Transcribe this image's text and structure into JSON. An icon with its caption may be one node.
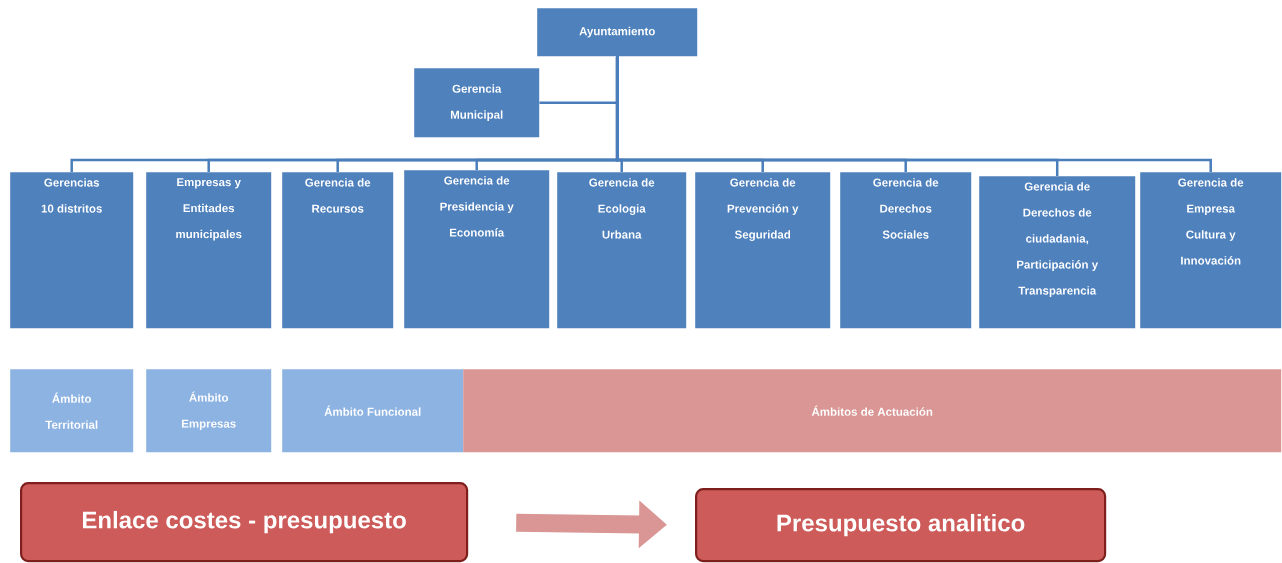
{
  "diagram": {
    "nodes": [
      {
        "text": [
          "Ayuntamiento"
        ]
      },
      {
        "text": [
          "Gerencia Municipal"
        ]
      },
      {
        "text": [
          "Gerencias 10 distritos"
        ]
      },
      {
        "text": [
          "Empresas y Entitades municipales"
        ]
      },
      {
        "text": [
          "Gerencia de Recursos"
        ]
      },
      {
        "text": [
          "Gerencia de Presidencia y Economía"
        ]
      },
      {
        "text": [
          "Gerencia de Ecologia Urbana"
        ]
      },
      {
        "text": [
          "Gerencia de Prevención y Seguridad"
        ]
      },
      {
        "text": [
          "Gerencia de Derechos Sociales"
        ]
      },
      {
        "text": [
          "Gerencia de Derechos de ciudadania, Participación y Transparencia"
        ]
      },
      {
        "text": [
          "Gerencia de Empresa Cultura y Innovación"
        ]
      },
      {
        "text": [
          "Ámbito Territorial"
        ]
      },
      {
        "text": [
          "Ámbito Empresas"
        ]
      },
      {
        "text": [
          "Ámbito Funcional"
        ]
      },
      {
        "text": [
          "Ámbitos de Actuación"
        ]
      },
      {
        "text": [
          "Enlace costes - presupuesto"
        ]
      },
      {
        "text": [
          "Presupuesto analitico"
        ]
      }
    ],
    "edges": [
      {
        "from": 0,
        "to": 1,
        "arrow": "none"
      },
      {
        "from": 0,
        "to": 2,
        "arrow": "none"
      },
      {
        "from": 0,
        "to": 3,
        "arrow": "none"
      },
      {
        "from": 0,
        "to": 4,
        "arrow": "none"
      },
      {
        "from": 0,
        "to": 5,
        "arrow": "none"
      },
      {
        "from": 0,
        "to": 6,
        "arrow": "none"
      },
      {
        "from": 0,
        "to": 7,
        "arrow": "none"
      },
      {
        "from": 0,
        "to": 8,
        "arrow": "none"
      },
      {
        "from": 0,
        "to": 9,
        "arrow": "none"
      },
      {
        "from": 0,
        "to": 10,
        "arrow": "none"
      },
      {
        "from": 15,
        "to": 16,
        "arrow": "to",
        "style": "thick",
        "color": "#d99694"
      }
    ]
  }
}
